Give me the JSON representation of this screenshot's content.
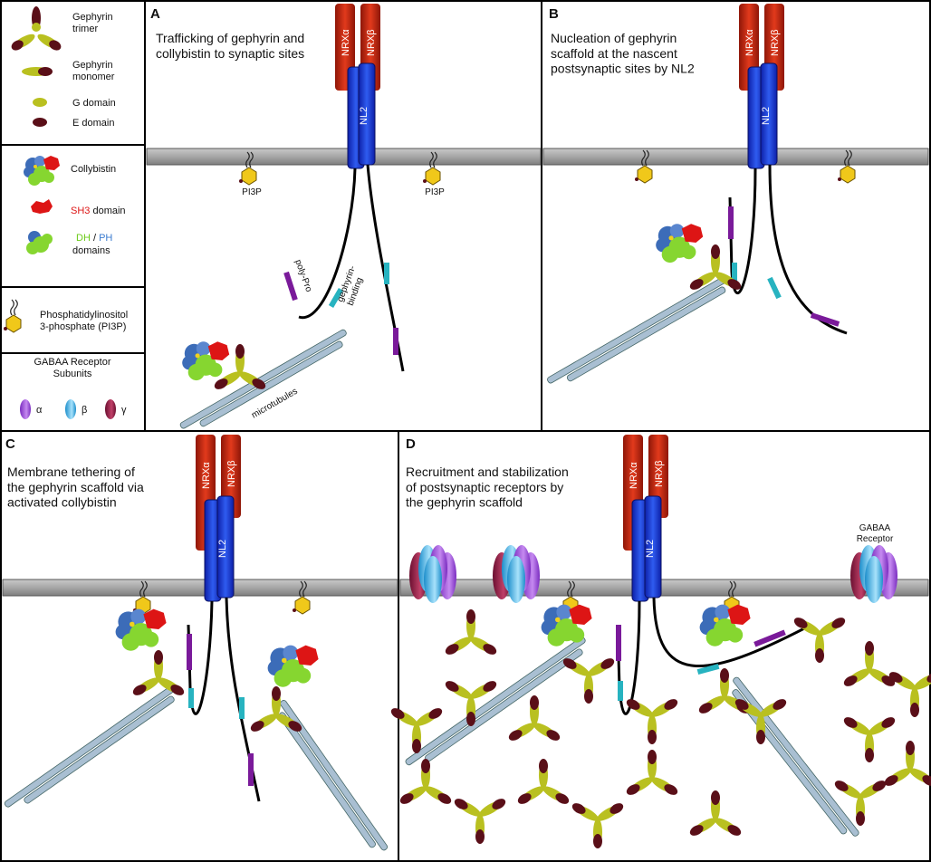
{
  "legend": {
    "trimer": "Gephyrin\ntrimer",
    "monomer": "Gephyrin\nmonomer",
    "g_domain": "G domain",
    "e_domain": "E domain",
    "collybistin": "Collybistin",
    "sh3_red": "SH3",
    "sh3_rest": " domain",
    "dh": "DH",
    "slash": " / ",
    "ph": "PH",
    "domains": "domains",
    "pi3p": "Phosphatidylinositol\n3-phosphate (PI3P)",
    "gaba_title": "GABAA Receptor\nSubunits",
    "alpha": "α",
    "beta": "β",
    "gamma": "γ"
  },
  "panels": {
    "A": {
      "label": "A",
      "title": "Trafficking of gephyrin and\ncollybistin to synaptic sites"
    },
    "B": {
      "label": "B",
      "title": "Nucleation of gephyrin\nscaffold at the nascent\npostsynaptic sites by NL2"
    },
    "C": {
      "label": "C",
      "title": "Membrane tethering of\nthe gephyrin scaffold via\nactivated collybistin"
    },
    "D": {
      "label": "D",
      "title": "Recruitment and stabilization\nof postsynaptic receptors by\nthe gephyrin scaffold"
    }
  },
  "labels": {
    "nrxa": "NRXα",
    "nrxb": "NRXβ",
    "nl2": "NL2",
    "pi3p": "PI3P",
    "polypro": "poly-Pro",
    "gephyrin_binding": "gephyrin-\nbinding",
    "microtubules": "microtubules",
    "gaba_receptor": "GABAA\nReceptor"
  },
  "colors": {
    "g_domain": "#b9c020",
    "e_domain": "#5a0f18",
    "membrane": "#a6a6a6",
    "nl2": "#1b3fd6",
    "nrx": "#c22410",
    "alpha": "#a54ad8",
    "beta": "#3aaee6",
    "gamma": "#8e1f45",
    "collybistin_blue": "#3c6cb8",
    "collybistin_green": "#86d630",
    "sh3": "#dd1515",
    "pi3p": "#f0c81a",
    "microtubule": "#a9bfd2",
    "polypro": "#7a1a9a",
    "gephyrin_binding_motif": "#27b3c0"
  }
}
